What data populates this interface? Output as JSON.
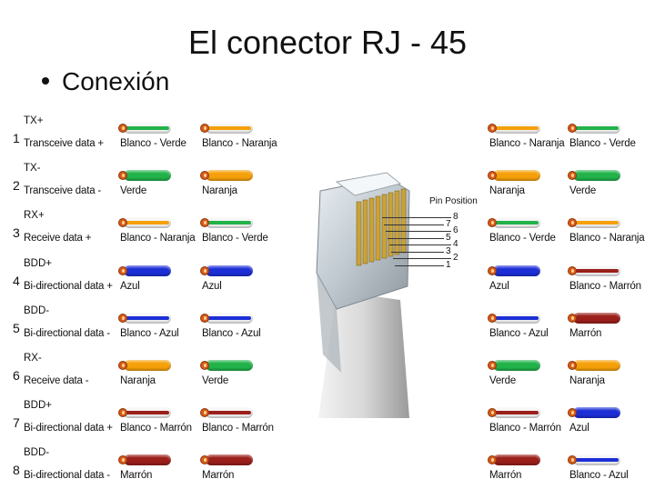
{
  "title": "El conector RJ - 45",
  "subtitle": "Conexión",
  "diagram": {
    "pin_position_label": "Pin Position",
    "pin_numbers": [
      "8",
      "7",
      "6",
      "5",
      "4",
      "3",
      "2",
      "1"
    ]
  },
  "rows": [
    {
      "pin": "1",
      "signal": "TX+",
      "description": "Transceive data +",
      "wires": [
        {
          "label": "Blanco - Verde",
          "base": "#f4f4f4",
          "stripe": "#22b24a"
        },
        {
          "label": "Blanco - Naranja",
          "base": "#f4f4f4",
          "stripe": "#f5a00a"
        },
        {
          "label": "Blanco - Naranja",
          "base": "#f4f4f4",
          "stripe": "#f5a00a"
        },
        {
          "label": "Blanco - Verde",
          "base": "#f4f4f4",
          "stripe": "#22b24a"
        }
      ]
    },
    {
      "pin": "2",
      "signal": "TX-",
      "description": "Transceive data -",
      "wires": [
        {
          "label": "Verde",
          "base": "#22b24a",
          "stripe": ""
        },
        {
          "label": "Naranja",
          "base": "#f5a00a",
          "stripe": ""
        },
        {
          "label": "Naranja",
          "base": "#f5a00a",
          "stripe": ""
        },
        {
          "label": "Verde",
          "base": "#22b24a",
          "stripe": ""
        }
      ]
    },
    {
      "pin": "3",
      "signal": "RX+",
      "description": "Receive data +",
      "wires": [
        {
          "label": "Blanco - Naranja",
          "base": "#f4f4f4",
          "stripe": "#f5a00a"
        },
        {
          "label": "Blanco - Verde",
          "base": "#f4f4f4",
          "stripe": "#22b24a"
        },
        {
          "label": "Blanco - Verde",
          "base": "#f4f4f4",
          "stripe": "#22b24a"
        },
        {
          "label": "Blanco - Naranja",
          "base": "#f4f4f4",
          "stripe": "#f5a00a"
        }
      ]
    },
    {
      "pin": "4",
      "signal": "BDD+",
      "description": "Bi-directional data +",
      "wires": [
        {
          "label": "Azul",
          "base": "#1c2fd6",
          "stripe": ""
        },
        {
          "label": "Azul",
          "base": "#1c2fd6",
          "stripe": ""
        },
        {
          "label": "Azul",
          "base": "#1c2fd6",
          "stripe": ""
        },
        {
          "label": "Blanco - Marrón",
          "base": "#f4f4f4",
          "stripe": "#9b1f1a"
        }
      ]
    },
    {
      "pin": "5",
      "signal": "BDD-",
      "description": "Bi-directional data -",
      "wires": [
        {
          "label": "Blanco - Azul",
          "base": "#f4f4f4",
          "stripe": "#1c2fd6"
        },
        {
          "label": "Blanco - Azul",
          "base": "#f4f4f4",
          "stripe": "#1c2fd6"
        },
        {
          "label": "Blanco - Azul",
          "base": "#f4f4f4",
          "stripe": "#1c2fd6"
        },
        {
          "label": "Marrón",
          "base": "#9b1f1a",
          "stripe": ""
        }
      ]
    },
    {
      "pin": "6",
      "signal": "RX-",
      "description": "Receive data -",
      "wires": [
        {
          "label": "Naranja",
          "base": "#f5a00a",
          "stripe": ""
        },
        {
          "label": "Verde",
          "base": "#22b24a",
          "stripe": ""
        },
        {
          "label": "Verde",
          "base": "#22b24a",
          "stripe": ""
        },
        {
          "label": "Naranja",
          "base": "#f5a00a",
          "stripe": ""
        }
      ]
    },
    {
      "pin": "7",
      "signal": "BDD+",
      "description": "Bi-directional data +",
      "wires": [
        {
          "label": "Blanco - Marrón",
          "base": "#f4f4f4",
          "stripe": "#9b1f1a"
        },
        {
          "label": "Blanco - Marrón",
          "base": "#f4f4f4",
          "stripe": "#9b1f1a"
        },
        {
          "label": "Blanco - Marrón",
          "base": "#f4f4f4",
          "stripe": "#9b1f1a"
        },
        {
          "label": "Azul",
          "base": "#1c2fd6",
          "stripe": ""
        }
      ]
    },
    {
      "pin": "8",
      "signal": "BDD-",
      "description": "Bi-directional data -",
      "wires": [
        {
          "label": "Marrón",
          "base": "#9b1f1a",
          "stripe": ""
        },
        {
          "label": "Marrón",
          "base": "#9b1f1a",
          "stripe": ""
        },
        {
          "label": "Marrón",
          "base": "#9b1f1a",
          "stripe": ""
        },
        {
          "label": "Blanco - Azul",
          "base": "#f4f4f4",
          "stripe": "#1c2fd6"
        }
      ]
    }
  ]
}
